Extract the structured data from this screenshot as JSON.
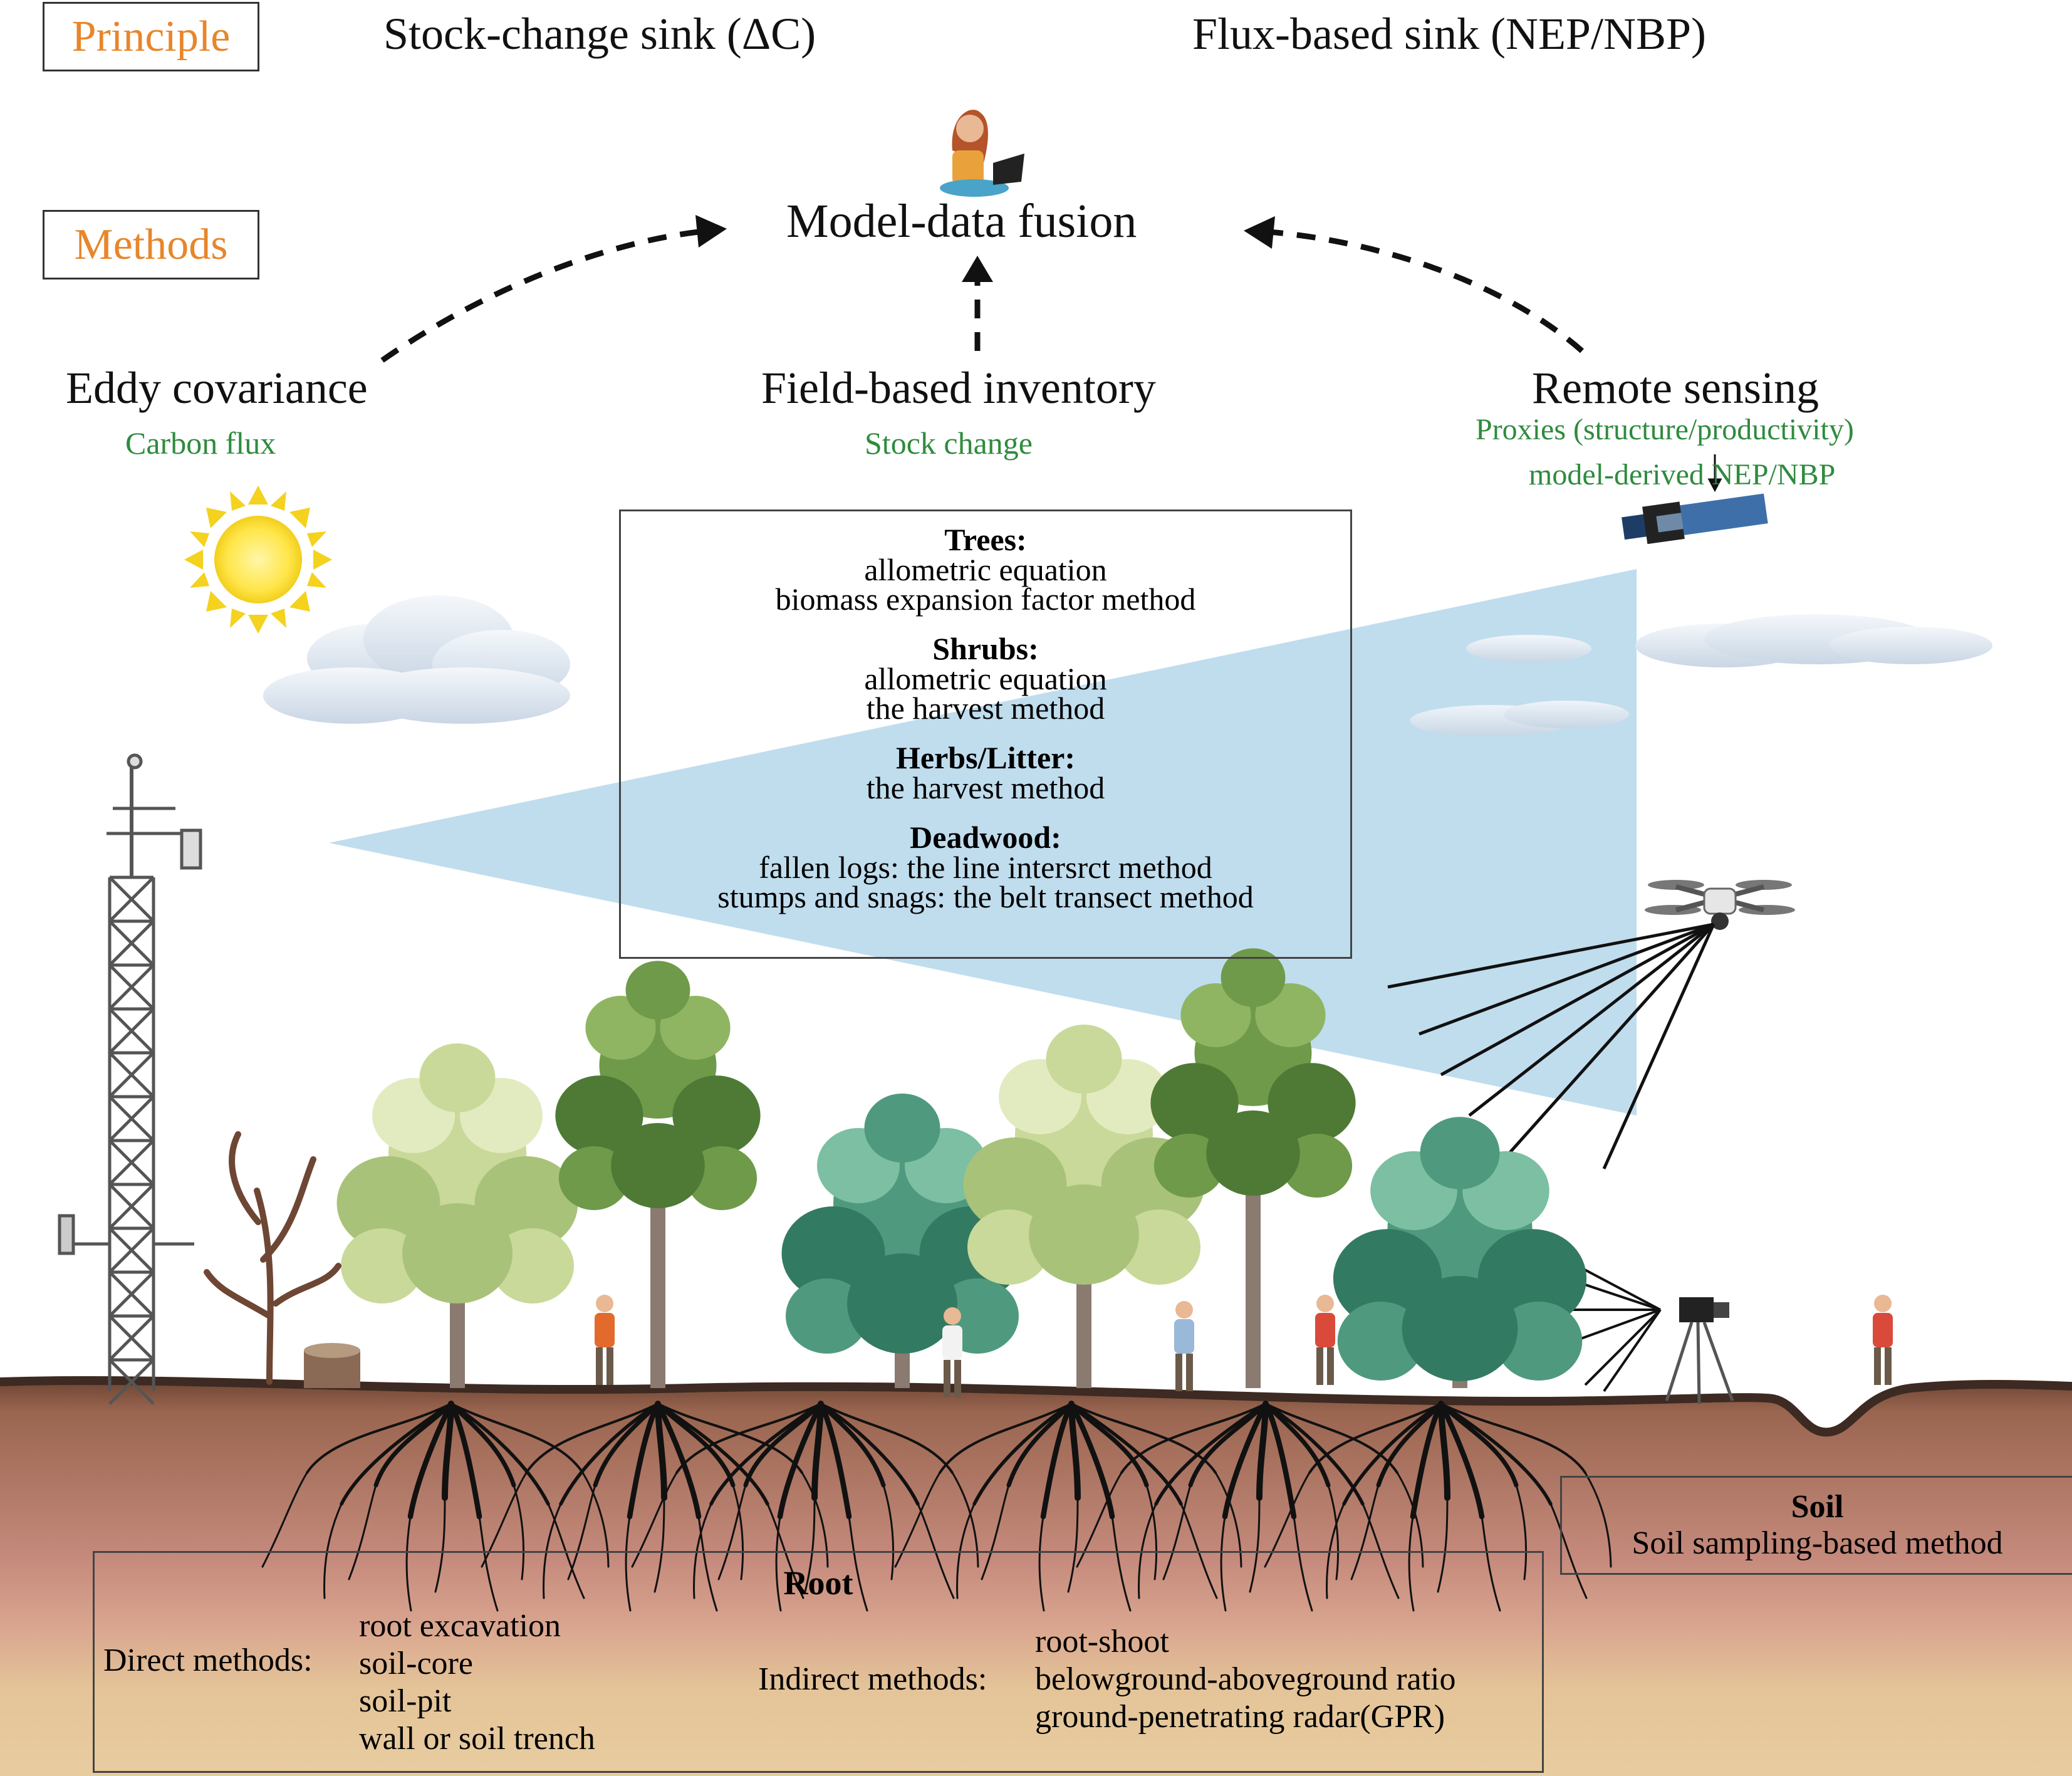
{
  "header": {
    "principle_label": "Principle",
    "stock_change": "Stock-change sink (ΔC)",
    "flux_based": "Flux-based sink (NEP/NBP)"
  },
  "methods_label": "Methods",
  "fusion": {
    "label": "Model-data fusion"
  },
  "approaches": {
    "eddy": {
      "label": "Eddy covariance",
      "sub": "Carbon flux"
    },
    "field": {
      "label": "Field-based inventory",
      "sub": "Stock change"
    },
    "remote": {
      "label": "Remote sensing",
      "sub1": "Proxies (structure/productivity)",
      "sub2": "model-derived NEP/NBP"
    }
  },
  "inventory": {
    "trees": {
      "title": "Trees:",
      "lines": [
        "allometric equation",
        "biomass expansion factor method"
      ]
    },
    "shrubs": {
      "title": "Shrubs:",
      "lines": [
        "allometric equation",
        "the harvest method"
      ]
    },
    "herbs": {
      "title": "Herbs/Litter:",
      "lines": [
        "the harvest method"
      ]
    },
    "deadwood": {
      "title": "Deadwood:",
      "lines": [
        "fallen logs: the line intersrct method",
        "stumps and snags: the belt transect method"
      ]
    }
  },
  "soil": {
    "title": "Soil",
    "method": "Soil sampling-based method"
  },
  "root": {
    "title": "Root",
    "direct_label": "Direct methods:",
    "direct": [
      "root excavation",
      "soil-core",
      "soil-pit",
      "wall or soil trench"
    ],
    "indirect_label": "Indirect methods:",
    "indirect": [
      "root-shoot",
      "belowground-aboveground ratio",
      "ground-penetrating radar(GPR)"
    ]
  },
  "colors": {
    "accent_orange": "#e8862a",
    "sub_green": "#2e8b3e",
    "beam_blue": "#b9d9ec",
    "soil_top": "#8c5a45",
    "soil_mid": "#c98f80",
    "soil_deep": "#e6c99a"
  }
}
